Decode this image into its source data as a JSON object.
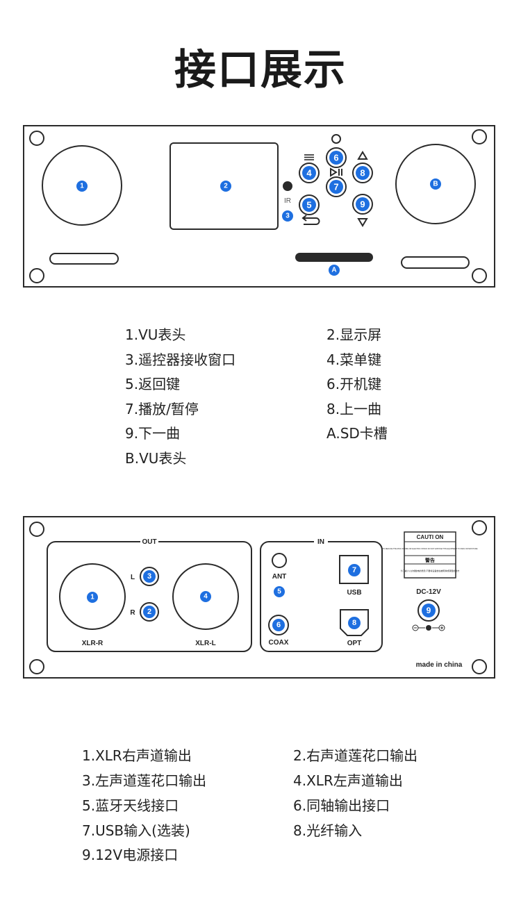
{
  "title": "接口展示",
  "front_panel": {
    "badges": {
      "vu_left": "1",
      "screen": "2",
      "ir": "3",
      "menu": "4",
      "back": "5",
      "power": "6",
      "play": "7",
      "prev": "8",
      "next": "9",
      "sd": "A",
      "vu_right": "B"
    },
    "ir_label": "IR",
    "legend": [
      "1.VU表头",
      "2.显示屏",
      "3.遥控器接收窗口",
      "4.菜单键",
      "5.返回键",
      "6.开机键",
      "7.播放/暂停",
      "8.上一曲",
      "9.下一曲",
      "A.SD卡槽",
      "B.VU表头"
    ]
  },
  "back_panel": {
    "out_label": "OUT",
    "in_label": "IN",
    "l_label": "L",
    "r_label": "R",
    "xlr_r": "XLR-R",
    "xlr_l": "XLR-L",
    "ant": "ANT",
    "usb": "USB",
    "coax": "COAX",
    "opt": "OPT",
    "caution": "CAUTI ON",
    "caution_text": "TO REDUCE THE RISK OF FIRE OR ELECTRIC SHOCK DO NOT EXPOSE THIS EQUIPMENT TO RAIN OR MOISTURE",
    "warning": "警告",
    "warning_text": "为了减少火灾或触电的危险 不要将设备放在被雨淋或潮湿的地方",
    "dc": "DC-12V",
    "made_in": "made in china",
    "badges": {
      "xlr_r": "1",
      "r": "2",
      "l": "3",
      "xlr_l": "4",
      "ant": "5",
      "coax": "6",
      "usb": "7",
      "opt": "8",
      "dc": "9"
    },
    "legend": [
      "1.XLR右声道输出",
      "2.右声道莲花口输出",
      "3.左声道莲花口输出",
      "4.XLR左声道输出",
      "5.蓝牙天线接口",
      "6.同轴输出接口",
      "7.USB输入(选装)",
      "8.光纤输入",
      "9.12V电源接口"
    ]
  },
  "colors": {
    "badge": "#1e6fe0",
    "line": "#2a2a2a"
  }
}
